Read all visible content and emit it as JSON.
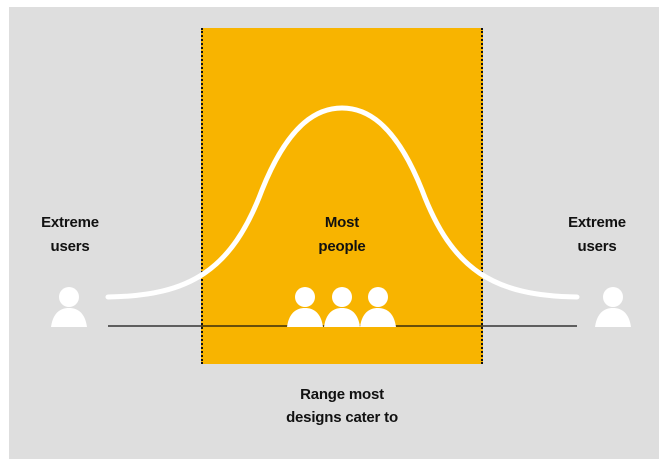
{
  "labels": {
    "left_line1": "Extreme",
    "left_line2": "users",
    "center_line1": "Most",
    "center_line2": "people",
    "right_line1": "Extreme",
    "right_line2": "users",
    "bottom_line1": "Range most",
    "bottom_line2": "designs cater to"
  },
  "icons": {
    "left": "person-icon",
    "center": "group-of-people-icon",
    "right": "person-icon"
  },
  "colors": {
    "background": "#dedede",
    "band": "#f8b400",
    "curve": "#ffffff",
    "text": "#111111",
    "person": "#ffffff"
  }
}
